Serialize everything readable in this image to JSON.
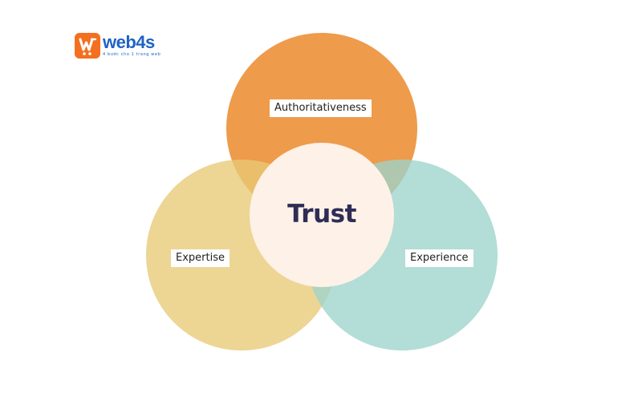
{
  "logo": {
    "name": "web4s",
    "tagline": "4 bước cho 1 trang web",
    "icon": "w-shopping-cart-icon",
    "brand_color": "#f37021",
    "text_color": "#1e63c4"
  },
  "venn": {
    "center": {
      "label": "Trust",
      "color": "#fdf1e8",
      "text_color": "#2f2c55"
    },
    "top": {
      "label": "Authoritativeness",
      "color": "#ee9b4b"
    },
    "left": {
      "label": "Expertise",
      "color": "#e8c976"
    },
    "right": {
      "label": "Experience",
      "color": "#9ed3cc"
    }
  }
}
